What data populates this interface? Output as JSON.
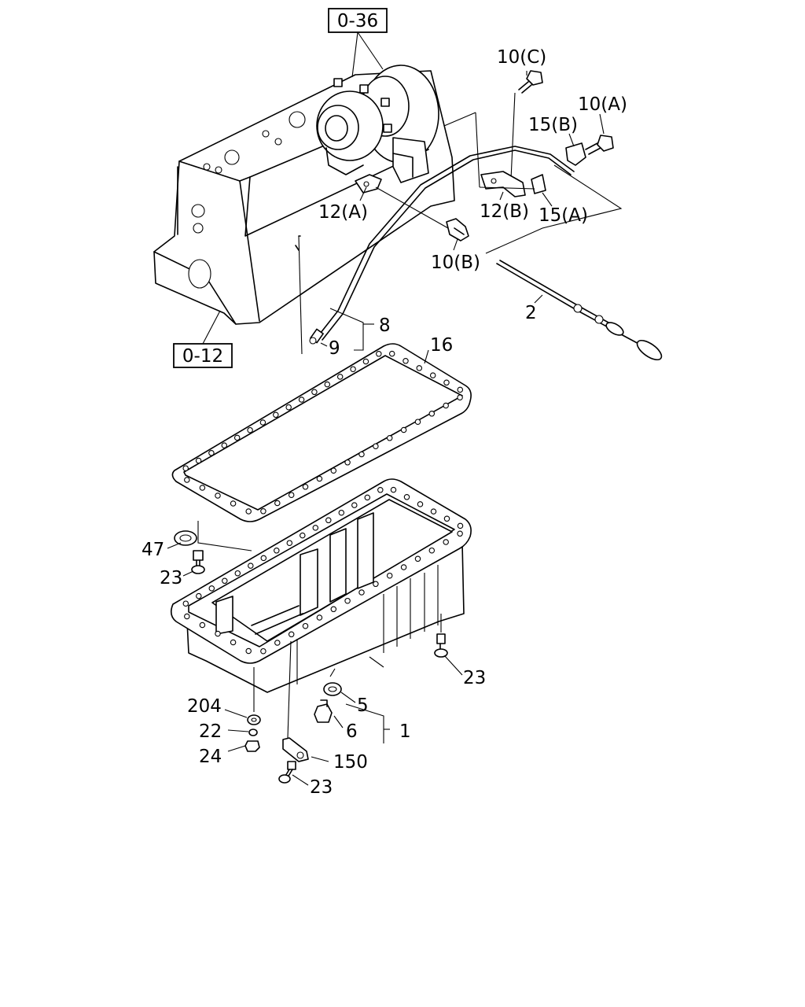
{
  "refs": {
    "r036": "0-36",
    "r012": "0-12"
  },
  "labels": {
    "p10c": "10(C)",
    "p10a": "10(A)",
    "p15b": "15(B)",
    "p12a": "12(A)",
    "p12b": "12(B)",
    "p15a": "15(A)",
    "p10b": "10(B)",
    "p2": "2",
    "p8": "8",
    "p9": "9",
    "p16": "16",
    "p47": "47",
    "p23a": "23",
    "p23b": "23",
    "p23c": "23",
    "p5": "5",
    "p6": "6",
    "p1": "1",
    "p204": "204",
    "p22": "22",
    "p24": "24",
    "p150": "150"
  }
}
